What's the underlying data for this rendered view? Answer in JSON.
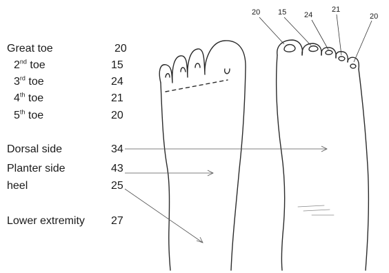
{
  "labels": {
    "great_toe": "Great toe",
    "toe2_prefix": "2",
    "toe2_sup": "nd",
    "toe2_suffix": " toe",
    "toe3_prefix": "3",
    "toe3_sup": "rd",
    "toe3_suffix": " toe",
    "toe4_prefix": "4",
    "toe4_sup": "th",
    "toe4_suffix": " toe",
    "toe5_prefix": "5",
    "toe5_sup": "th",
    "toe5_suffix": " toe",
    "dorsal": "Dorsal side",
    "planter": "Planter side",
    "heel": "heel",
    "lower": "Lower extremity"
  },
  "values": {
    "great_toe": "20",
    "toe2": "15",
    "toe3": "24",
    "toe4": "21",
    "toe5": "20",
    "dorsal": "34",
    "planter": "43",
    "heel": "25",
    "lower": "27"
  },
  "toe_callouts": {
    "great": "20",
    "second": "15",
    "third": "24",
    "fourth": "21",
    "fifth": "20"
  }
}
